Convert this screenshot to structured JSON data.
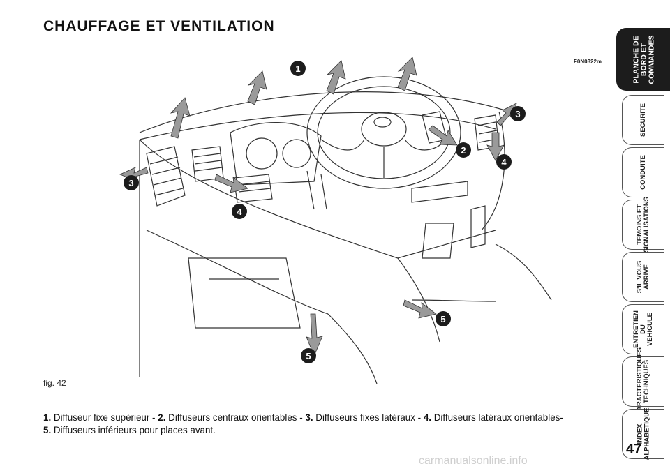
{
  "header": {
    "title": "CHAUFFAGE ET VENTILATION"
  },
  "figure": {
    "code": "F0N0322m",
    "label": "fig. 42",
    "callouts": [
      "1",
      "2",
      "3",
      "3",
      "4",
      "4",
      "5",
      "5"
    ]
  },
  "caption": {
    "items": [
      {
        "num": "1.",
        "text": " Diffuseur fixe supérieur - "
      },
      {
        "num": "2.",
        "text": " Diffuseurs centraux orientables - "
      },
      {
        "num": "3.",
        "text": " Diffuseurs fixes latéraux - "
      },
      {
        "num": "4.",
        "text": " Diffuseurs latéraux orientables-"
      },
      {
        "num": "5.",
        "text": " Diffuseurs inférieurs pour places avant."
      }
    ]
  },
  "sidebar": {
    "tabs": [
      {
        "label": "PLANCHE DE\nBORD ET\nCOMMANDES",
        "active": true
      },
      {
        "label": "SECURITE"
      },
      {
        "label": "CONDUITE"
      },
      {
        "label": "TEMOINS ET\nSIGNALISATIONS"
      },
      {
        "label": "S'IL VOUS\nARRIVE"
      },
      {
        "label": "ENTRETIEN\nDU VEHICULE"
      },
      {
        "label": "CARACTERISTIQUES\nTECHNIQUES"
      },
      {
        "label": "INDEX\nALPHABETIQUE"
      }
    ]
  },
  "footer": {
    "page_number": "47",
    "watermark": "carmanualsonline.info"
  }
}
